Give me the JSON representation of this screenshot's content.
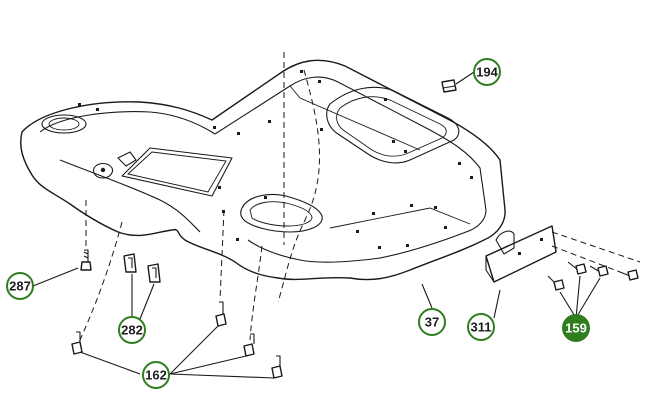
{
  "colors": {
    "accent": "#2f7d1e",
    "line": "#1a1a1a",
    "background": "#ffffff"
  },
  "callouts": [
    {
      "label": "194",
      "active": false
    },
    {
      "label": "287",
      "active": false
    },
    {
      "label": "282",
      "active": false
    },
    {
      "label": "162",
      "active": false
    },
    {
      "label": "37",
      "active": false
    },
    {
      "label": "311",
      "active": false
    },
    {
      "label": "159",
      "active": true
    }
  ]
}
